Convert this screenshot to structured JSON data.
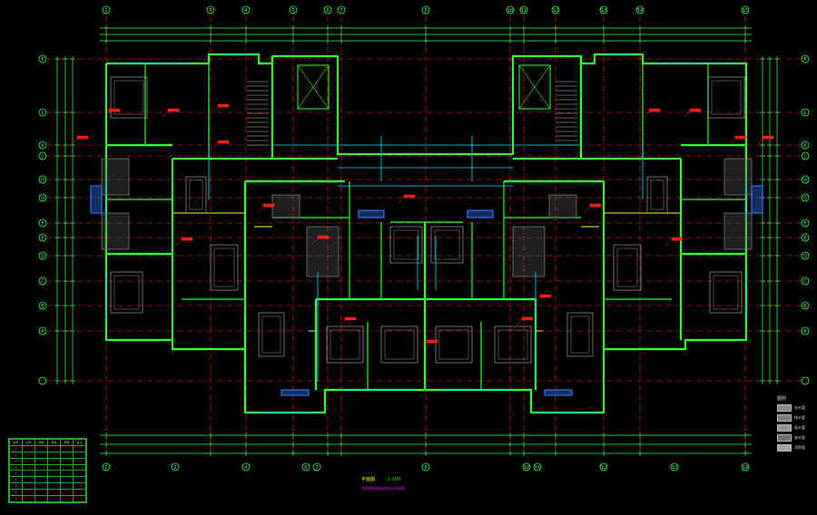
{
  "drawing": {
    "title": "平面图",
    "scale": "1:100",
    "subtitle": "住宅楼标准层给排水平面图"
  },
  "grid": {
    "top_labels": [
      "1",
      "3",
      "4",
      "5",
      "6",
      "7",
      "8",
      "10",
      "11",
      "12",
      "13",
      "14",
      "15"
    ],
    "bottom_labels": [
      "1",
      "2",
      "4",
      "6",
      "7",
      "8",
      "10",
      "11",
      "12",
      "13",
      "14",
      "15"
    ],
    "left_labels": [
      "P",
      "L",
      "K",
      "J",
      "H",
      "G",
      "F",
      "E",
      "D",
      "C",
      "B",
      "A"
    ],
    "right_labels": [
      "P",
      "L",
      "K",
      "J",
      "H",
      "G",
      "F",
      "E",
      "D",
      "C",
      "B",
      "A"
    ]
  },
  "legend": {
    "title": "图例",
    "items": [
      {
        "label": "给水管",
        "color": "#8a8a8a"
      },
      {
        "label": "排水管",
        "color": "#7d7d7d"
      },
      {
        "label": "雨水管",
        "color": "#959595"
      },
      {
        "label": "废水管",
        "color": "#6f6f6f"
      },
      {
        "label": "消防管",
        "color": "#a3a3a3"
      }
    ]
  },
  "schedule": {
    "rows": [
      [
        "编号",
        "名称",
        "规格",
        "单位",
        "数量",
        "备注"
      ],
      [
        "1",
        "",
        "",
        "",
        "",
        ""
      ],
      [
        "2",
        "",
        "",
        "",
        "",
        ""
      ],
      [
        "3",
        "",
        "",
        "",
        "",
        ""
      ],
      [
        "4",
        "",
        "",
        "",
        "",
        ""
      ],
      [
        "5",
        "",
        "",
        "",
        "",
        ""
      ],
      [
        "6",
        "",
        "",
        "",
        "",
        ""
      ],
      [
        "7",
        "",
        "",
        "",
        "",
        ""
      ],
      [
        "8",
        "",
        "",
        "",
        "",
        ""
      ],
      [
        "9",
        "",
        "",
        "",
        "",
        ""
      ]
    ]
  },
  "colors": {
    "wall": "#39ff3a",
    "axis": "#ff2a2a",
    "dim": "#3cff5a",
    "pipe_water": "#00e5ff",
    "pipe_drain": "#ffff00",
    "annot": "#ff1e1e",
    "furniture": "#bdbdbd",
    "hatch": "#7a7a7a",
    "blue_fixture": "#3a8cff"
  }
}
